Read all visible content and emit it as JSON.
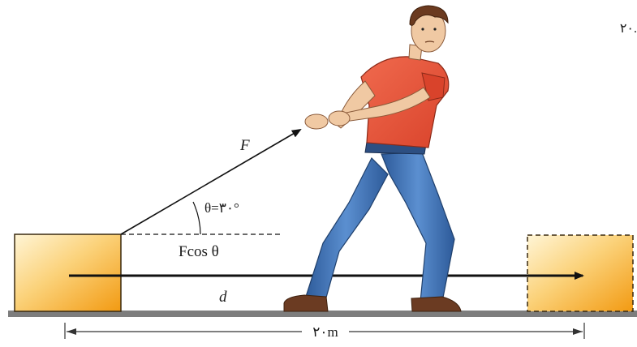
{
  "labels": {
    "force": "F",
    "angle": "θ=۳۰°",
    "component": "Fcos θ",
    "displacement": "d",
    "distance": "۲۰m",
    "problem_number": "۲۰."
  },
  "colors": {
    "box_fill_light": "#fde9b5",
    "box_fill_dark": "#f2a21d",
    "box_stroke": "#3a2a10",
    "ground": "#7d7d7d",
    "shirt": "#e8533a",
    "jeans": "#3f74b8",
    "skin": "#f0c9a3",
    "hair": "#6b3a1f",
    "shoes": "#6b3b22"
  },
  "angle_degrees": 30
}
